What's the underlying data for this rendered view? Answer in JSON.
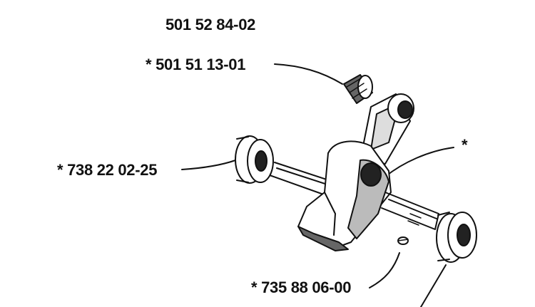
{
  "diagram": {
    "assembly_number": "501 52 84-02",
    "parts": [
      {
        "id": "needle-bearing",
        "label": "* 501 51 13-01"
      },
      {
        "id": "main-bearing-left",
        "label": "* 738 22 02-25"
      },
      {
        "id": "crankshaft",
        "label": "*"
      },
      {
        "id": "key",
        "label": "* 735 88 06-00"
      }
    ],
    "colors": {
      "ink": "#111111",
      "paper": "#ffffff"
    }
  }
}
